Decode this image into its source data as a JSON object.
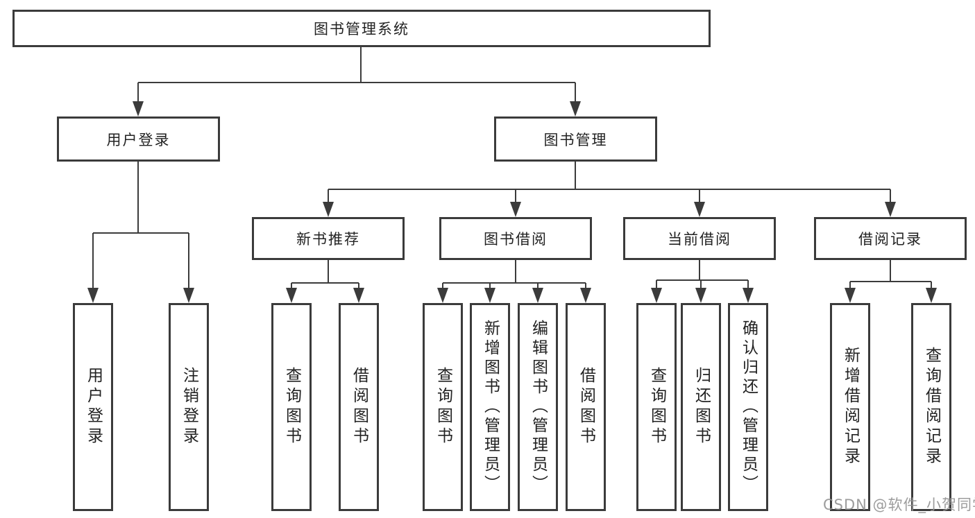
{
  "diagram": {
    "root": "图书管理系统",
    "level2": {
      "user_login": "用户登录",
      "book_mgmt": "图书管理"
    },
    "level3": {
      "new_book_rec": "新书推荐",
      "book_borrow": "图书借阅",
      "current_borrow": "当前借阅",
      "borrow_records": "借阅记录"
    },
    "leaves": {
      "user_login": [
        "用户登录",
        "注销登录"
      ],
      "new_book_rec": [
        "查询图书",
        "借阅图书"
      ],
      "book_borrow": [
        "查询图书",
        "新增图书（管理员）",
        "编辑图书（管理员）",
        "借阅图书"
      ],
      "current_borrow": [
        "查询图书",
        "归还图书",
        "确认归还（管理员）"
      ],
      "borrow_records": [
        "新增借阅记录",
        "查询借阅记录"
      ]
    }
  },
  "watermark": "CSDN @软件_小贺同学",
  "colors": {
    "line": "#3b3b3b",
    "box_border": "#3b3b3b",
    "text": "#222222",
    "watermark": "#949494",
    "background": "#ffffff"
  }
}
